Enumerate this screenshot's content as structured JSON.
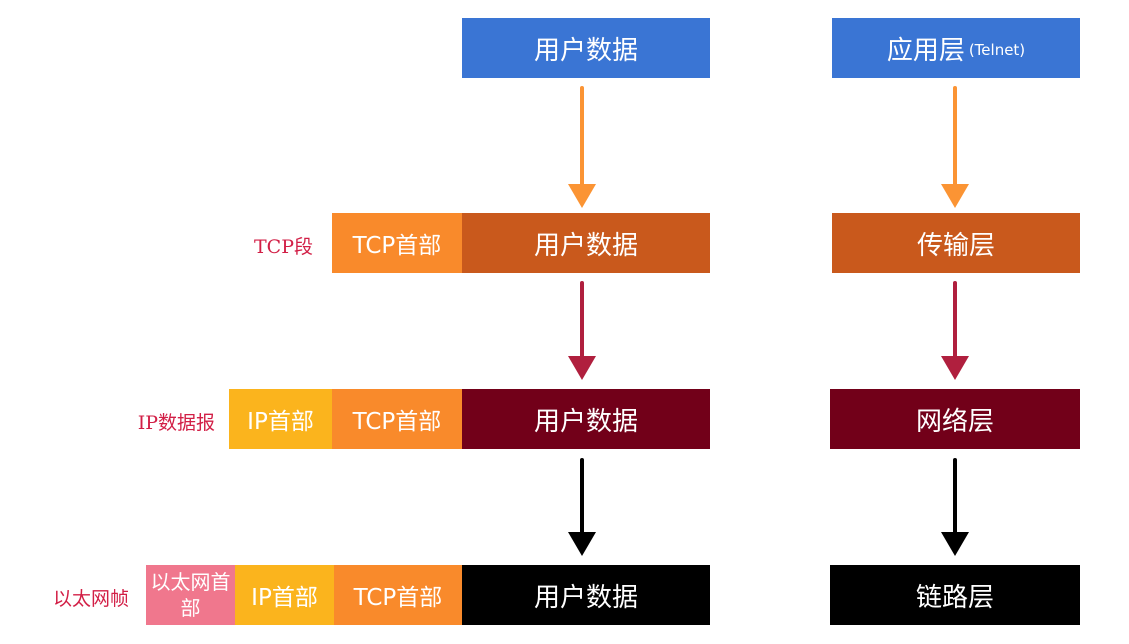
{
  "colors": {
    "application": "#3a75d4",
    "transport": "#c9591c",
    "tcp_header": "#f98a2b",
    "network": "#720019",
    "ip_header": "#fbb41d",
    "link": "#000000",
    "eth_header": "#f0778d",
    "row_label": "#d21f46",
    "arrow_orange": "#fb9434",
    "arrow_red": "#b01f3e",
    "arrow_black": "#000000"
  },
  "encapsulation": {
    "user_data_label": "用户数据",
    "tcp_header_label": "TCP首部",
    "ip_header_label": "IP首部",
    "eth_header_label": "以太网首部"
  },
  "row_labels": {
    "tcp_segment": "TCP段",
    "ip_datagram": "IP数据报",
    "ethernet_frame": "以太网帧"
  },
  "layers": {
    "application": "应用层",
    "application_protocol": "(Telnet)",
    "transport": "传输层",
    "network": "网络层",
    "link": "链路层"
  }
}
